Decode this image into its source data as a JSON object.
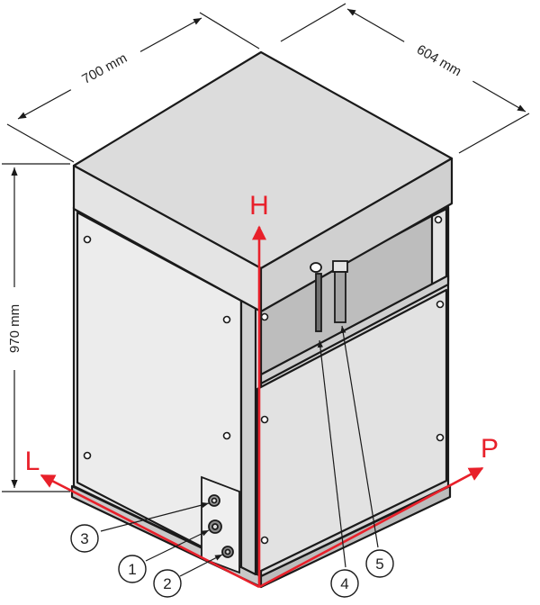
{
  "dimensions": {
    "width": "700 mm",
    "depth": "604 mm",
    "height": "970 mm"
  },
  "axes": {
    "height": "H",
    "length": "L",
    "depth": "P"
  },
  "callouts": [
    "1",
    "2",
    "3",
    "4",
    "5"
  ],
  "colors": {
    "axis": "#e8202a",
    "outline": "#1a1a1a",
    "panel_front": "#e6e6e6",
    "panel_side": "#d6d6d6",
    "top": "#dcdcdc",
    "lid_band": "#d2d2d2",
    "base": "#c8c8c8"
  }
}
